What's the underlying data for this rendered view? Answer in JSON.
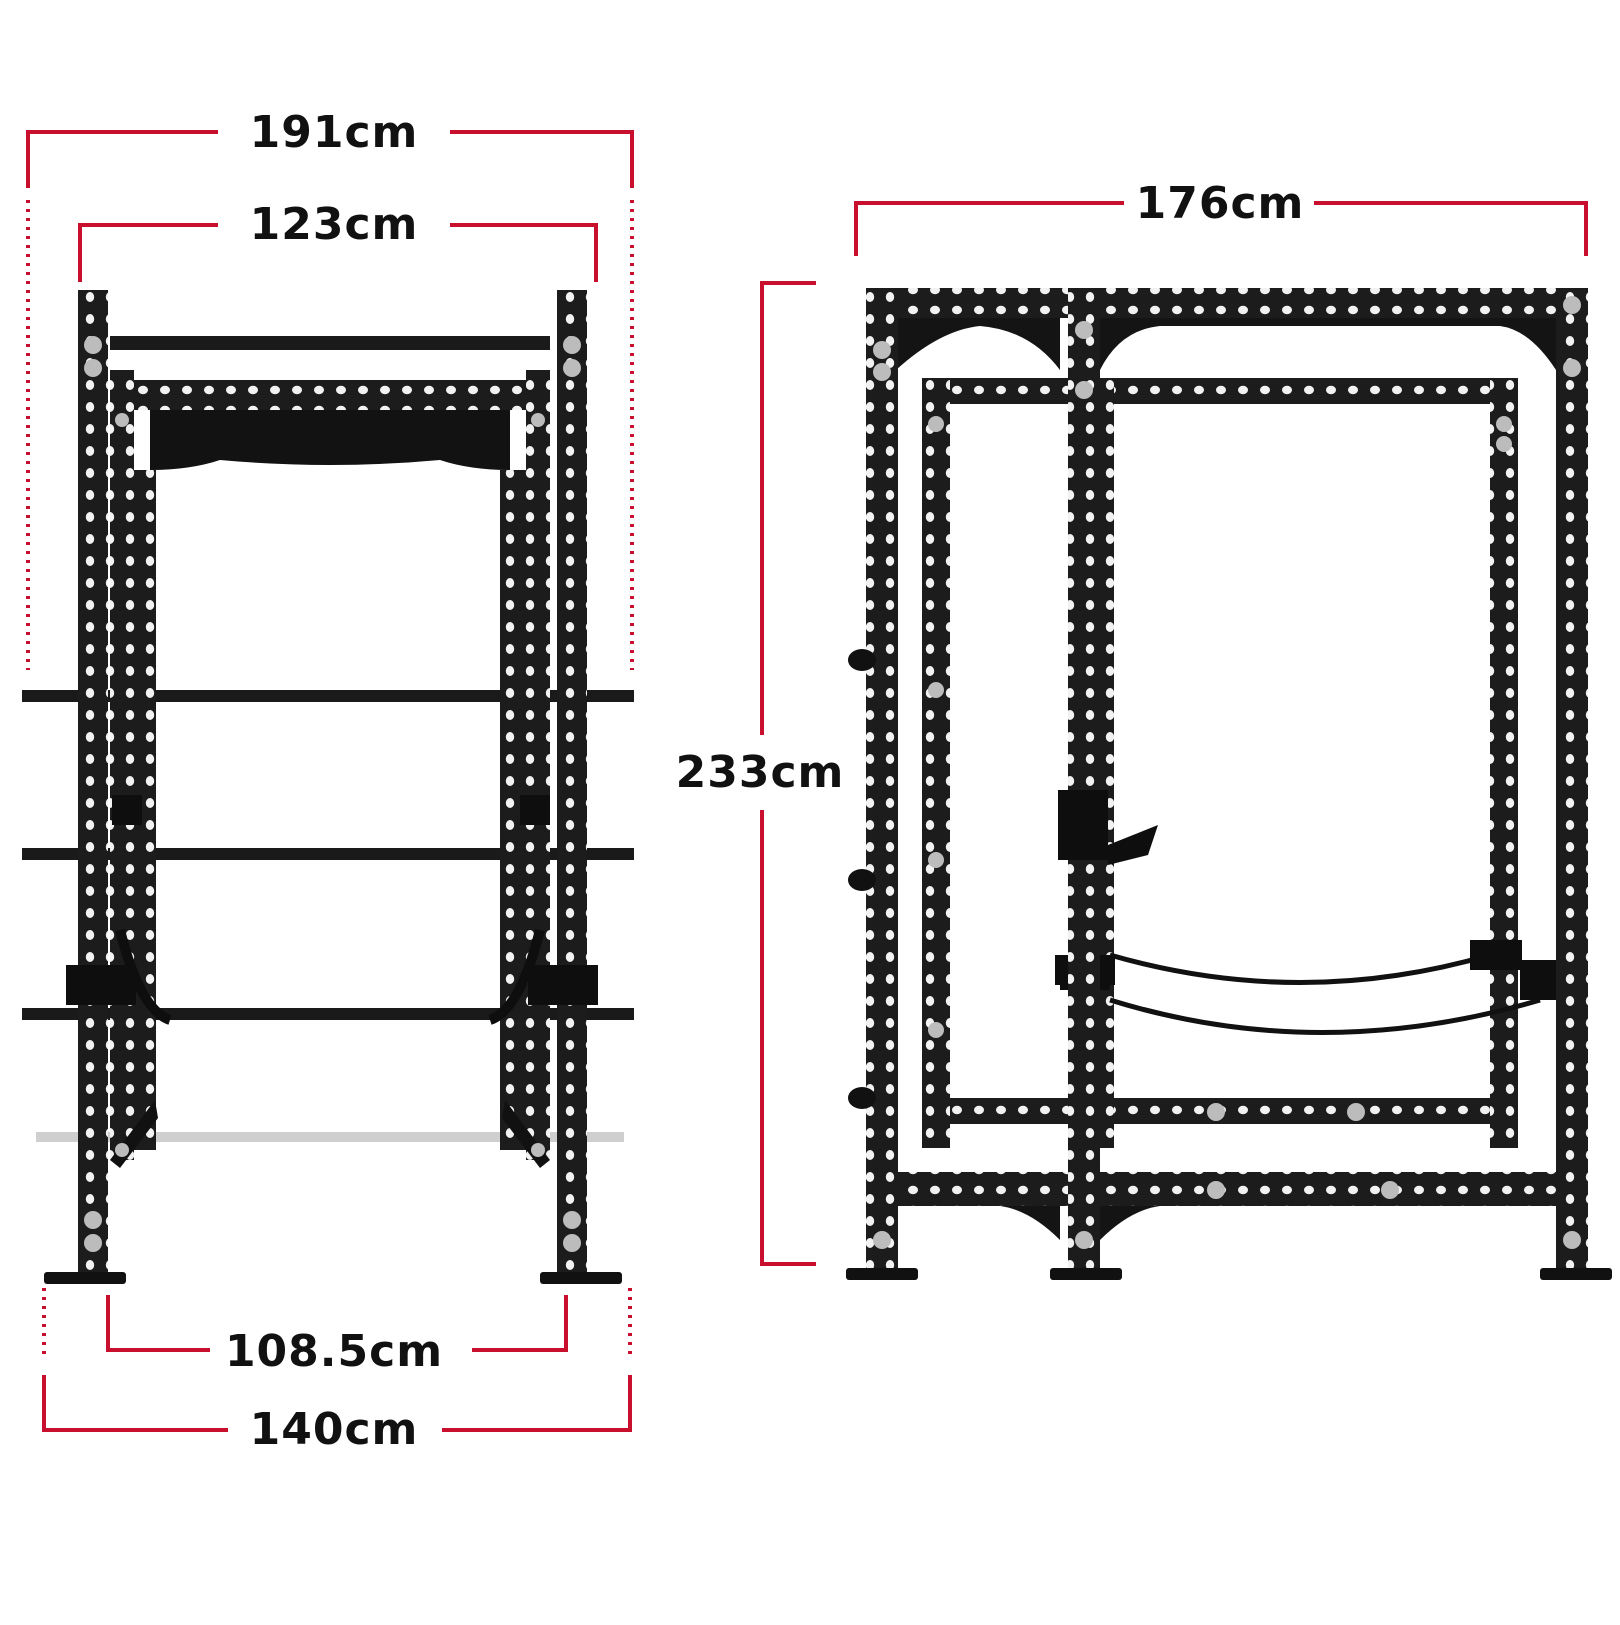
{
  "colors": {
    "dimension_line": "#c8102e",
    "frame": "#1c1c1c",
    "frame_dark": "#0e0e0e",
    "hole": "#f2f2f2",
    "bolt": "#bcbcbc",
    "background": "#ffffff"
  },
  "dimensions": {
    "front_outer_top": "191cm",
    "front_inner_top": "123cm",
    "front_inner_base": "108.5cm",
    "front_outer_base": "140cm",
    "side_depth": "176cm",
    "height": "233cm"
  }
}
